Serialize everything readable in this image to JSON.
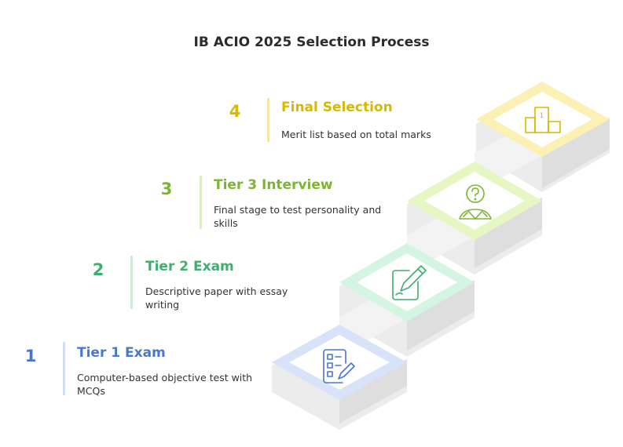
{
  "title": "IB ACIO 2025 Selection Process",
  "steps": [
    {
      "number": "1",
      "heading": "Tier 1 Exam",
      "desc": "Computer-based objective test with MCQs",
      "color": "#4a78c9",
      "barColor": "#cfdcf2",
      "icon": "checklist-pencil-icon"
    },
    {
      "number": "2",
      "heading": "Tier 2 Exam",
      "desc": "Descriptive paper with essay writing",
      "color": "#3fae6f",
      "barColor": "#c9ecd6",
      "icon": "pen-paper-icon"
    },
    {
      "number": "3",
      "heading": "Tier 3 Interview",
      "desc": "Final stage to test personality and skills",
      "color": "#7bb532",
      "barColor": "#dcefc4",
      "icon": "interview-person-question-icon"
    },
    {
      "number": "4",
      "heading": "Final Selection",
      "desc": "Merit list based on total marks",
      "color": "#d8b800",
      "barColor": "#f3e7a6",
      "icon": "podium-icon"
    }
  ],
  "colors": {
    "tier1_frame": "#d8e2f8",
    "tier2_frame": "#d4f5e2",
    "tier3_frame": "#e6f7c4",
    "tier4_frame": "#fbf1b4",
    "riser": "#f0f0f0",
    "riser_side": "#dcdcdc"
  }
}
